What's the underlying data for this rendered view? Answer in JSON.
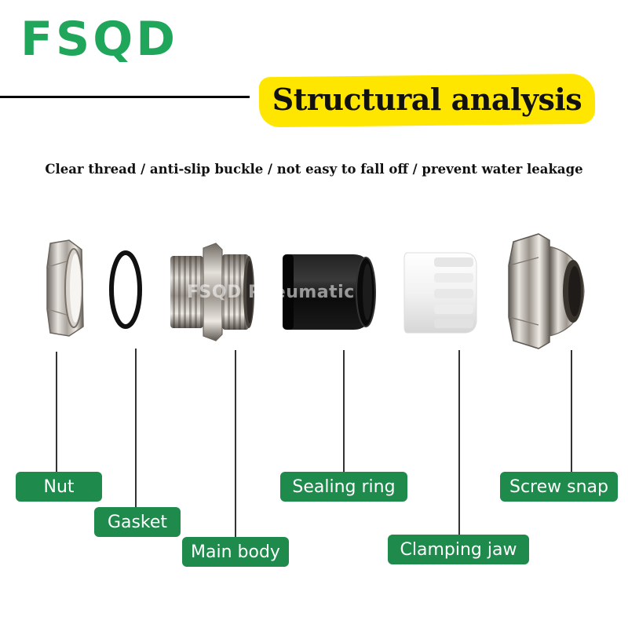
{
  "brand": {
    "logo_text": "FSQD",
    "color": "#1fa65a"
  },
  "header": {
    "title": "Structural analysis",
    "highlight_color": "#ffe600",
    "subtitle": "Clear thread / anti-slip buckle / not easy to fall off / prevent water leakage"
  },
  "watermark": "FSQD  Pneumatic",
  "parts": [
    {
      "label": "Nut",
      "icon": "hex-nut-icon"
    },
    {
      "label": "Gasket",
      "icon": "o-ring-icon"
    },
    {
      "label": "Main body",
      "icon": "threaded-body-icon"
    },
    {
      "label": "Sealing ring",
      "icon": "rubber-seal-icon"
    },
    {
      "label": "Clamping jaw",
      "icon": "plastic-claw-icon"
    },
    {
      "label": "Screw snap",
      "icon": "cap-nut-icon"
    }
  ],
  "label_color": "#1e8a4b"
}
